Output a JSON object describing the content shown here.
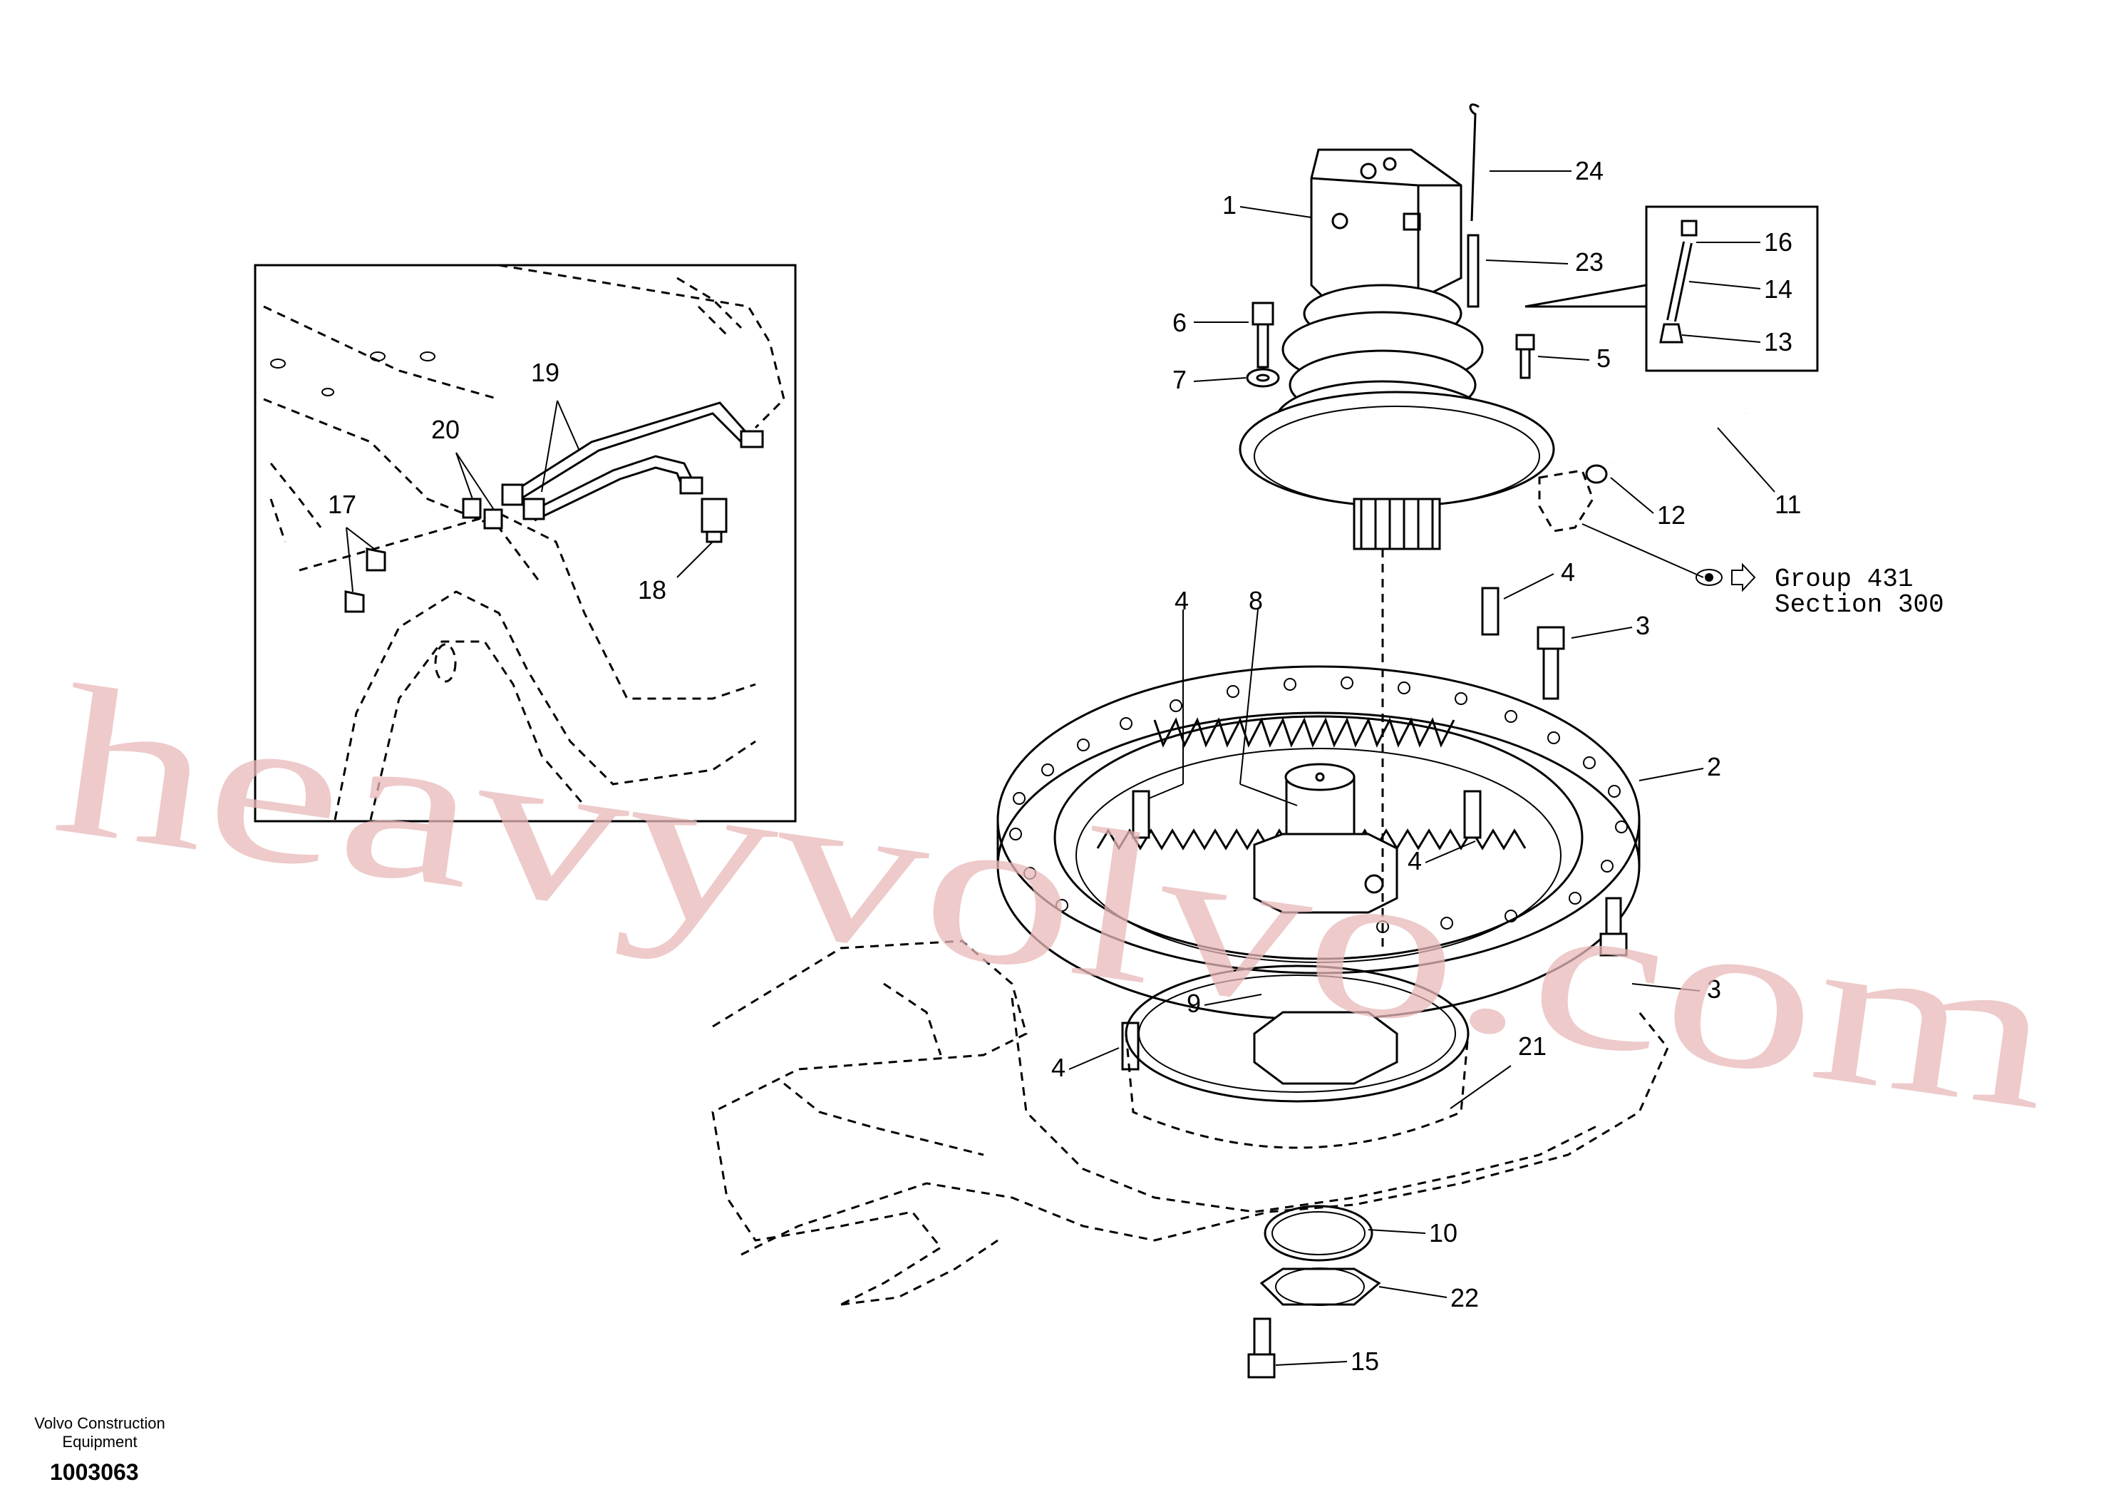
{
  "diagram": {
    "callouts": [
      {
        "id": "c1",
        "text": "1"
      },
      {
        "id": "c2",
        "text": "2"
      },
      {
        "id": "c3a",
        "text": "3"
      },
      {
        "id": "c3b",
        "text": "3"
      },
      {
        "id": "c4a",
        "text": "4"
      },
      {
        "id": "c4b",
        "text": "4"
      },
      {
        "id": "c4c",
        "text": "4"
      },
      {
        "id": "c4d",
        "text": "4"
      },
      {
        "id": "c5",
        "text": "5"
      },
      {
        "id": "c6",
        "text": "6"
      },
      {
        "id": "c7",
        "text": "7"
      },
      {
        "id": "c8",
        "text": "8"
      },
      {
        "id": "c9",
        "text": "9"
      },
      {
        "id": "c10",
        "text": "10"
      },
      {
        "id": "c11",
        "text": "11"
      },
      {
        "id": "c12",
        "text": "12"
      },
      {
        "id": "c13",
        "text": "13"
      },
      {
        "id": "c14",
        "text": "14"
      },
      {
        "id": "c15",
        "text": "15"
      },
      {
        "id": "c16",
        "text": "16"
      },
      {
        "id": "c17",
        "text": "17"
      },
      {
        "id": "c18",
        "text": "18"
      },
      {
        "id": "c19",
        "text": "19"
      },
      {
        "id": "c20",
        "text": "20"
      },
      {
        "id": "c21",
        "text": "21"
      },
      {
        "id": "c22",
        "text": "22"
      },
      {
        "id": "c23",
        "text": "23"
      },
      {
        "id": "c24",
        "text": "24"
      }
    ],
    "reference": {
      "group": "Group 431",
      "section": "Section 300"
    },
    "footer": {
      "company_line1": "Volvo Construction",
      "company_line2": "Equipment",
      "drawing_number": "1003063"
    },
    "watermark": "heavyvolvo.com"
  }
}
